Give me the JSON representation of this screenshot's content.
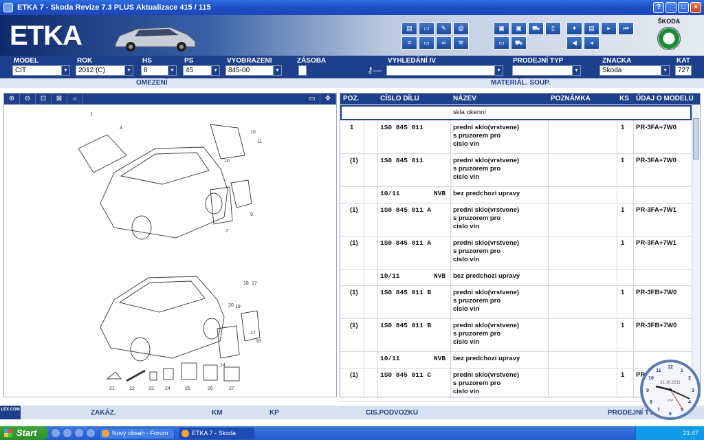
{
  "window": {
    "title": "ETKA 7 - Skoda Revize 7.3 PLUS Aktualizace 415 / 115",
    "buttons": [
      "?",
      "_",
      "□",
      "×"
    ]
  },
  "banner": {
    "logo": "ETKA",
    "brand": "ŠKODA"
  },
  "fields": {
    "model": {
      "label": "MODEL",
      "value": "CIT"
    },
    "rok": {
      "label": "ROK",
      "value": "2012 (C)"
    },
    "hs": {
      "label": "HS",
      "value": "8"
    },
    "ps": {
      "label": "PS",
      "value": "45"
    },
    "vyobrazeni": {
      "label": "VYOBRAZENI",
      "value": "845-00"
    },
    "zasoba": {
      "label": "ZÁSOBA"
    },
    "vyhledani": {
      "label": "VYHLEDÁNÍ IV",
      "value": ""
    },
    "prodejni_typ": {
      "label": "PRODEJNÍ TYP",
      "value": ""
    },
    "znacka": {
      "label": "ZNACKA",
      "value": "Skoda"
    },
    "kat": {
      "label": "KAT",
      "value": "727"
    }
  },
  "subbar": {
    "left": "OMEZENÍ",
    "right": "MATERIÁL. SOUP."
  },
  "left_toolbar": [
    "⊕",
    "⊖",
    "⊡",
    "⊠",
    "⌕"
  ],
  "table": {
    "headers": [
      "POZ.",
      "CÍSLO DÍLU",
      "NÁZEV",
      "POZNÁMKA",
      "KS",
      "ÚDAJ O MODELU"
    ],
    "group": "skla okenní",
    "rows": [
      {
        "poz": "1",
        "part": "1S0 845 011",
        "extra": "",
        "name1": "predni sklo(vrstvene)",
        "name2": "s pruzorem pro",
        "name3": "cislo vin",
        "ks": "1",
        "model": "PR-3FA+7W0"
      },
      {
        "poz": "(1)",
        "part": "1S0 845 011",
        "extra": "",
        "name1": "predni sklo(vrstvene)",
        "name2": "s pruzorem pro",
        "name3": "cislo vin",
        "ks": "1",
        "model": "PR-3FA+7W0"
      },
      {
        "poz": "",
        "part": "10/11",
        "extra": "NVB",
        "name1": "bez predchozi upravy",
        "name2": "",
        "name3": "",
        "ks": "",
        "model": ""
      },
      {
        "poz": "(1)",
        "part": "1S0 845 011 A",
        "extra": "",
        "name1": "predni sklo(vrstvene)",
        "name2": "s pruzorem pro",
        "name3": "cislo vin",
        "ks": "1",
        "model": "PR-3FA+7W1"
      },
      {
        "poz": "(1)",
        "part": "1S0 845 011 A",
        "extra": "",
        "name1": "predni sklo(vrstvene)",
        "name2": "s pruzorem pro",
        "name3": "cislo vin",
        "ks": "1",
        "model": "PR-3FA+7W1"
      },
      {
        "poz": "",
        "part": "10/11",
        "extra": "NVB",
        "name1": "bez predchozi upravy",
        "name2": "",
        "name3": "",
        "ks": "",
        "model": ""
      },
      {
        "poz": "(1)",
        "part": "1S0 845 011 B",
        "extra": "",
        "name1": "predni sklo(vrstvene)",
        "name2": "s pruzorem pro",
        "name3": "cislo vin",
        "ks": "1",
        "model": "PR-3FB+7W0"
      },
      {
        "poz": "(1)",
        "part": "1S0 845 011 B",
        "extra": "",
        "name1": "predni sklo(vrstvene)",
        "name2": "s pruzorem pro",
        "name3": "cislo vin",
        "ks": "1",
        "model": "PR-3FB+7W0"
      },
      {
        "poz": "",
        "part": "10/11",
        "extra": "NVB",
        "name1": "bez predchozi upravy",
        "name2": "",
        "name3": "",
        "ks": "",
        "model": ""
      },
      {
        "poz": "(1)",
        "part": "1S0 845 011 C",
        "extra": "",
        "name1": "predni sklo(vrstvene)",
        "name2": "s pruzorem pro",
        "name3": "cislo vin",
        "ks": "1",
        "model": "PR"
      }
    ]
  },
  "drawing_labels": [
    "1",
    "4",
    "10",
    "11",
    "10",
    "9",
    "7",
    "18",
    "17",
    "20",
    "19",
    "17",
    "16",
    "14",
    "21",
    "22",
    "23",
    "24",
    "25",
    "26",
    "27"
  ],
  "bottombar": {
    "lexcom": "LEX COM",
    "zakaz": "ZAKÁZ.",
    "km": "KM",
    "kp": "KP",
    "podvozek": "CIS.PODVOZKU",
    "prodejni": "PRODEJNÍ TYP"
  },
  "taskbar": {
    "start": "Start",
    "items": [
      "Nový obsah - Forum ...",
      "ETKA 7 - Skoda"
    ],
    "time": "21:47"
  },
  "clock": {
    "date": "31.10.2011",
    "pm": "PM"
  }
}
